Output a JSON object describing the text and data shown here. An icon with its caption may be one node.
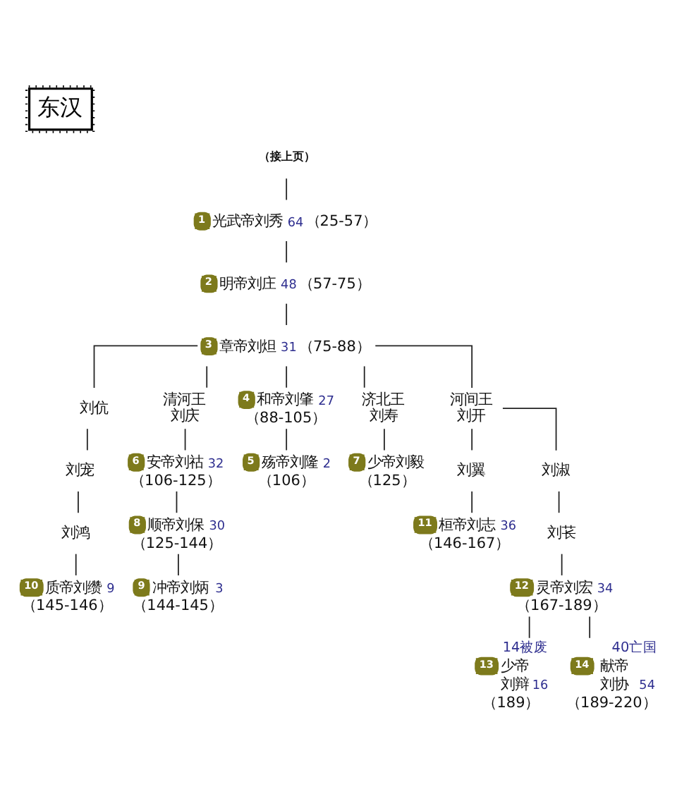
{
  "diagram": {
    "title": "东汉",
    "nodes": [
      {
        "text": [
          "（接上页）"
        ]
      },
      {
        "text": [
          "1",
          "光武帝刘秀",
          "64",
          "（25-57）"
        ]
      },
      {
        "text": [
          "2",
          "明帝刘庄",
          "48",
          "（57-75）"
        ]
      },
      {
        "text": [
          "3",
          "章帝刘炟",
          "31",
          "（75-88）"
        ]
      },
      {
        "text": [
          "刘伉"
        ]
      },
      {
        "text": [
          "清河王",
          "刘庆"
        ]
      },
      {
        "text": [
          "4",
          "和帝刘肇",
          "27",
          "（88-105）"
        ]
      },
      {
        "text": [
          "济北王",
          "刘寿"
        ]
      },
      {
        "text": [
          "河间王",
          "刘开"
        ]
      },
      {
        "text": [
          "刘宠"
        ]
      },
      {
        "text": [
          "6",
          "安帝刘祜",
          "32",
          "（106-125）"
        ]
      },
      {
        "text": [
          "5",
          "殇帝刘隆",
          "2",
          "（106）"
        ]
      },
      {
        "text": [
          "7",
          "少帝刘毅",
          "（125）"
        ]
      },
      {
        "text": [
          "刘翼"
        ]
      },
      {
        "text": [
          "刘淑"
        ]
      },
      {
        "text": [
          "刘鸿"
        ]
      },
      {
        "text": [
          "8",
          "顺帝刘保",
          "30",
          "（125-144）"
        ]
      },
      {
        "text": [
          "11",
          "桓帝刘志",
          "36",
          "（146-167）"
        ]
      },
      {
        "text": [
          "刘苌"
        ]
      },
      {
        "text": [
          "10",
          "质帝刘缵",
          "9",
          "（145-146）"
        ]
      },
      {
        "text": [
          "9",
          "冲帝刘炳",
          "3",
          "（144-145）"
        ]
      },
      {
        "text": [
          "12",
          "灵帝刘宏",
          "34",
          "（167-189）"
        ]
      },
      {
        "text": [
          "13",
          "少帝",
          "刘辩",
          "16",
          "（189）"
        ],
        "beside": [
          "14被废"
        ]
      },
      {
        "text": [
          "14",
          "献帝",
          "刘协",
          "54",
          "（189-220）"
        ],
        "beside": [
          "40亡国"
        ]
      }
    ],
    "edges": [
      {
        "from": 0,
        "to": 1,
        "arrow": "none"
      },
      {
        "from": 1,
        "to": 2,
        "arrow": "none"
      },
      {
        "from": 2,
        "to": 3,
        "arrow": "none"
      },
      {
        "from": 3,
        "to": 4,
        "arrow": "none"
      },
      {
        "from": 3,
        "to": 5,
        "arrow": "none"
      },
      {
        "from": 3,
        "to": 6,
        "arrow": "none"
      },
      {
        "from": 3,
        "to": 7,
        "arrow": "none"
      },
      {
        "from": 3,
        "to": 8,
        "arrow": "none"
      },
      {
        "from": 4,
        "to": 9,
        "arrow": "none"
      },
      {
        "from": 9,
        "to": 15,
        "arrow": "none"
      },
      {
        "from": 15,
        "to": 19,
        "arrow": "none"
      },
      {
        "from": 5,
        "to": 10,
        "arrow": "none"
      },
      {
        "from": 10,
        "to": 16,
        "arrow": "none"
      },
      {
        "from": 16,
        "to": 20,
        "arrow": "none"
      },
      {
        "from": 6,
        "to": 11,
        "arrow": "none"
      },
      {
        "from": 7,
        "to": 12,
        "arrow": "none"
      },
      {
        "from": 8,
        "to": 13,
        "arrow": "none"
      },
      {
        "from": 8,
        "to": 14,
        "arrow": "none"
      },
      {
        "from": 13,
        "to": 17,
        "arrow": "none"
      },
      {
        "from": 14,
        "to": 18,
        "arrow": "none"
      },
      {
        "from": 18,
        "to": 21,
        "arrow": "none"
      },
      {
        "from": 21,
        "to": 22,
        "arrow": "none"
      },
      {
        "from": 21,
        "to": 23,
        "arrow": "none"
      }
    ]
  }
}
